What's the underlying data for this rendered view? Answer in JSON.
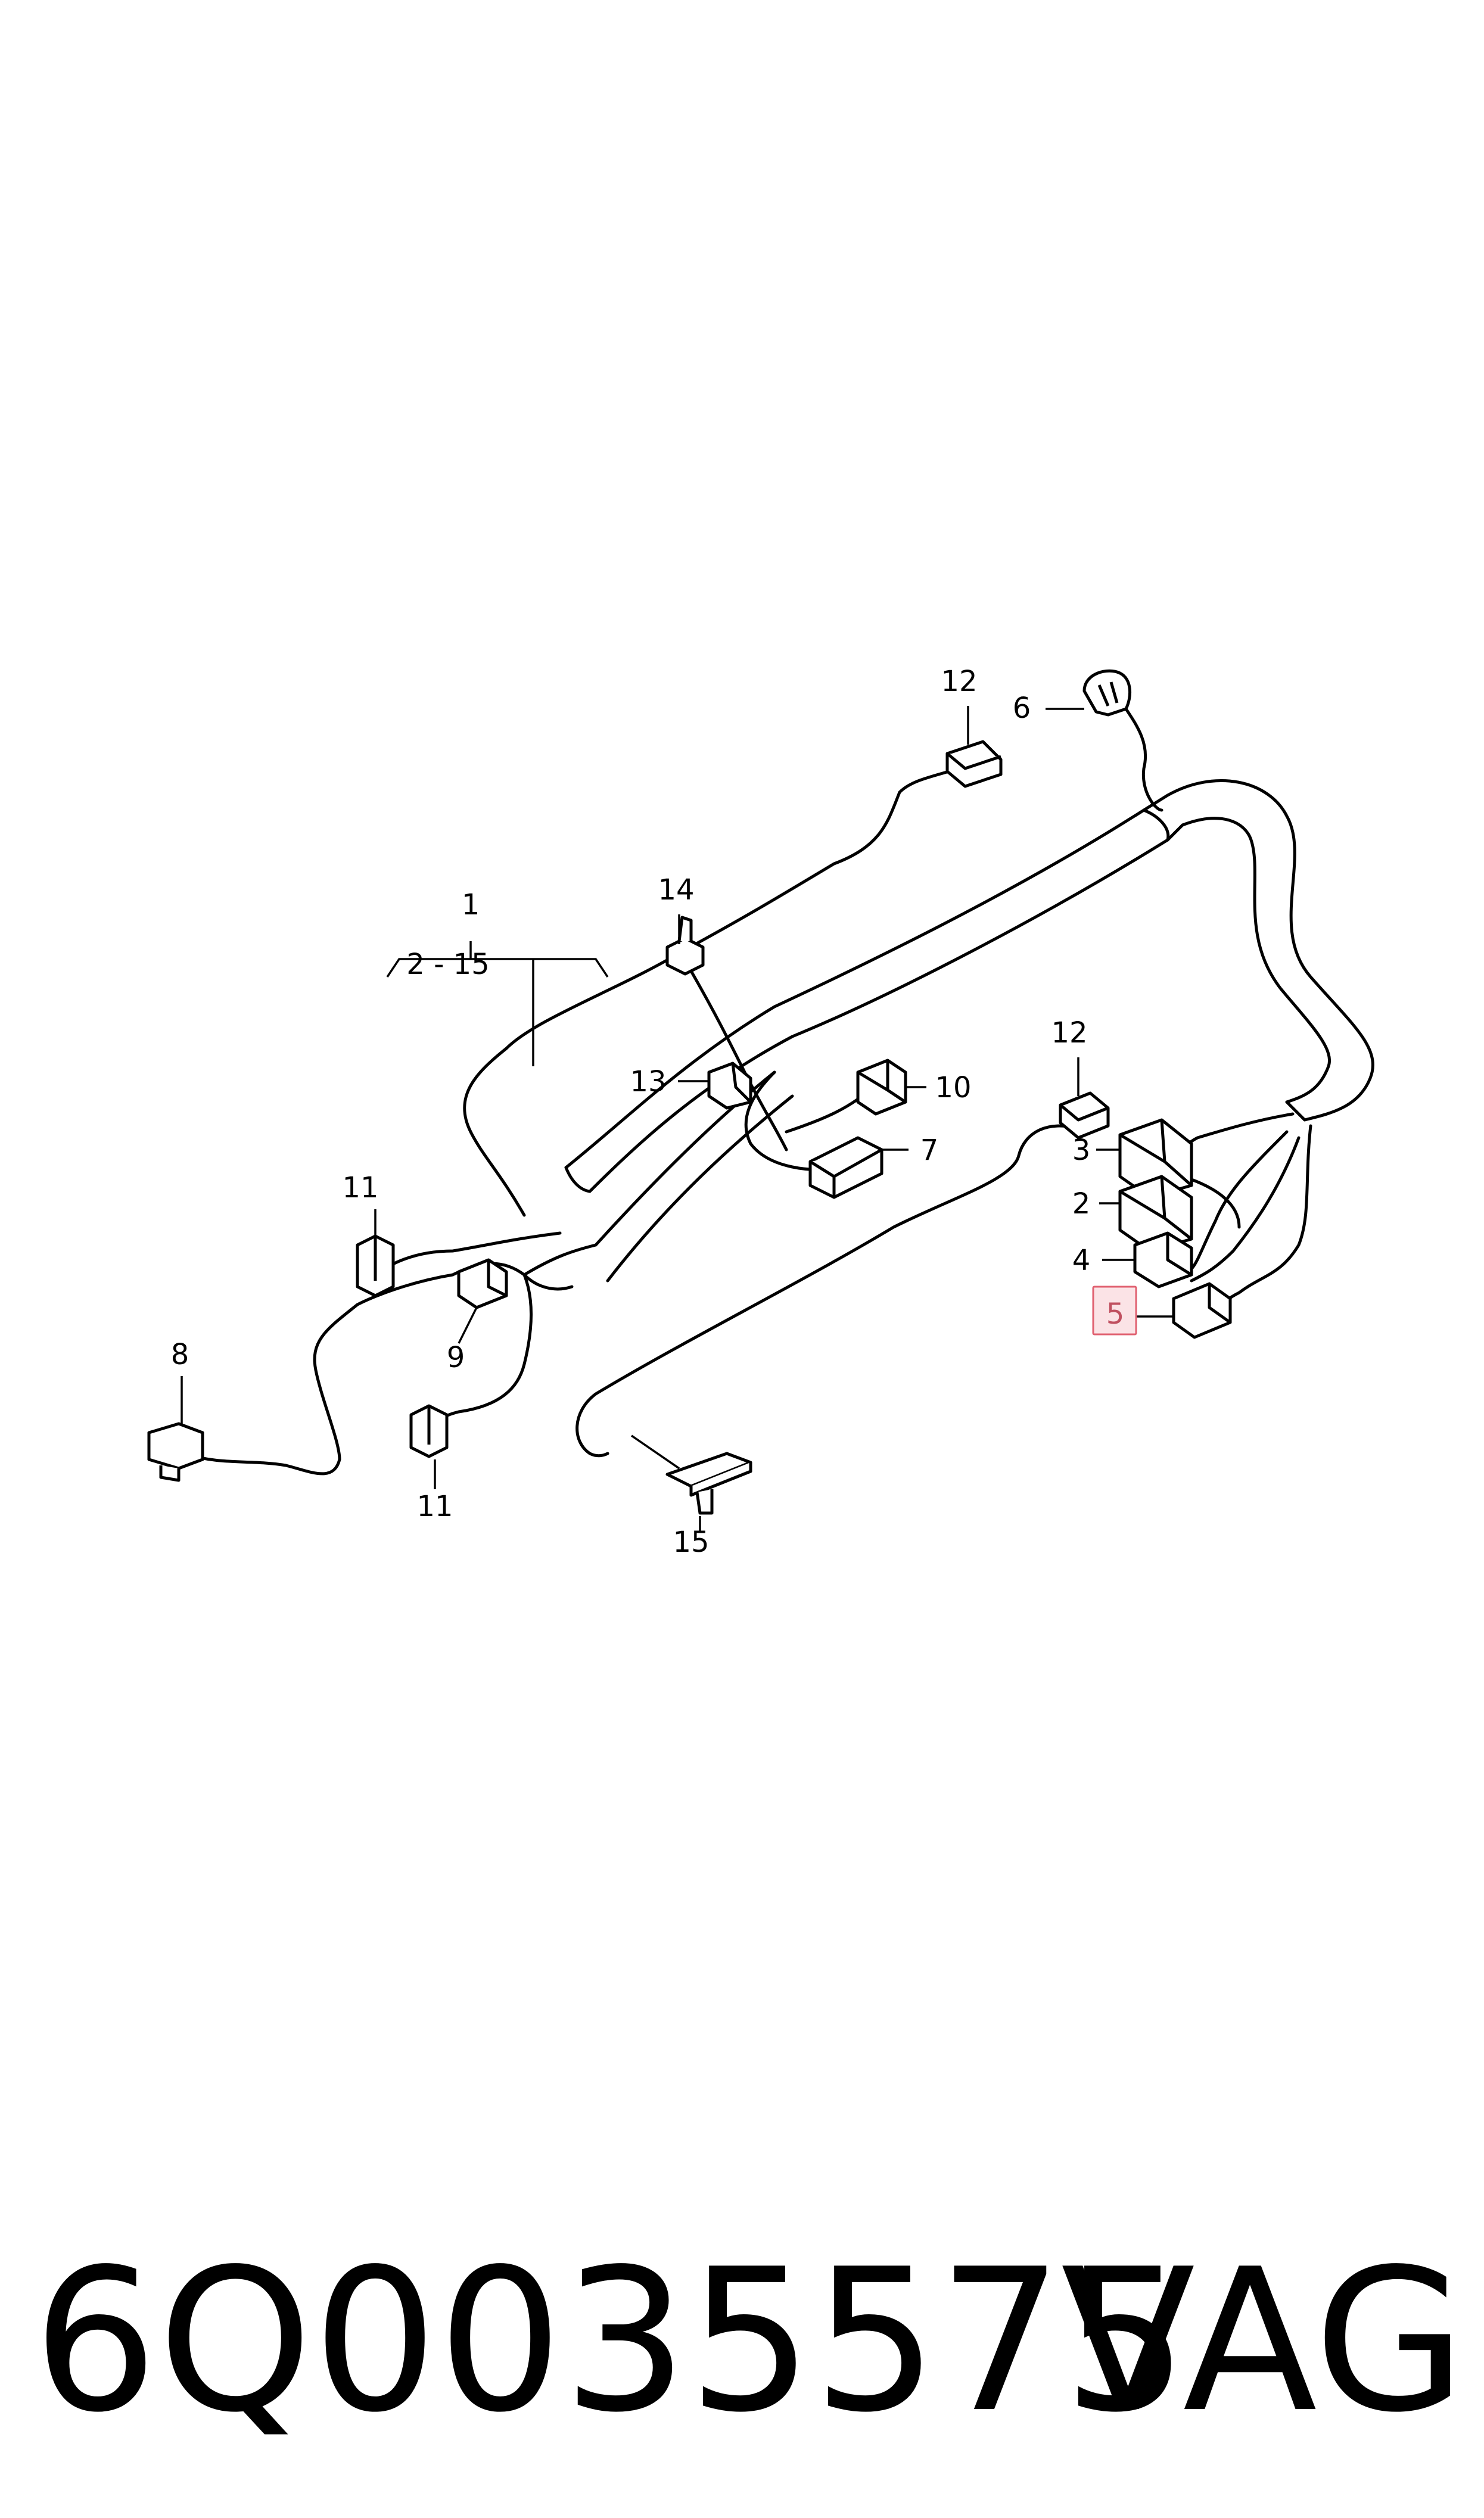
{
  "diagram": {
    "callouts": {
      "c1": "1",
      "c1_range": "2 - 15",
      "c2": "2",
      "c3": "3",
      "c4": "4",
      "c5": "5",
      "c6": "6",
      "c7": "7",
      "c8": "8",
      "c9": "9",
      "c10": "10",
      "c11a": "11",
      "c11b": "11",
      "c12a": "12",
      "c12b": "12",
      "c13": "13",
      "c14": "14",
      "c15": "15"
    },
    "highlight_color": "#e06070",
    "highlight_fill": "#fbe3e6"
  },
  "footer": {
    "part_number": "6Q0035575",
    "brand": "VAG"
  }
}
